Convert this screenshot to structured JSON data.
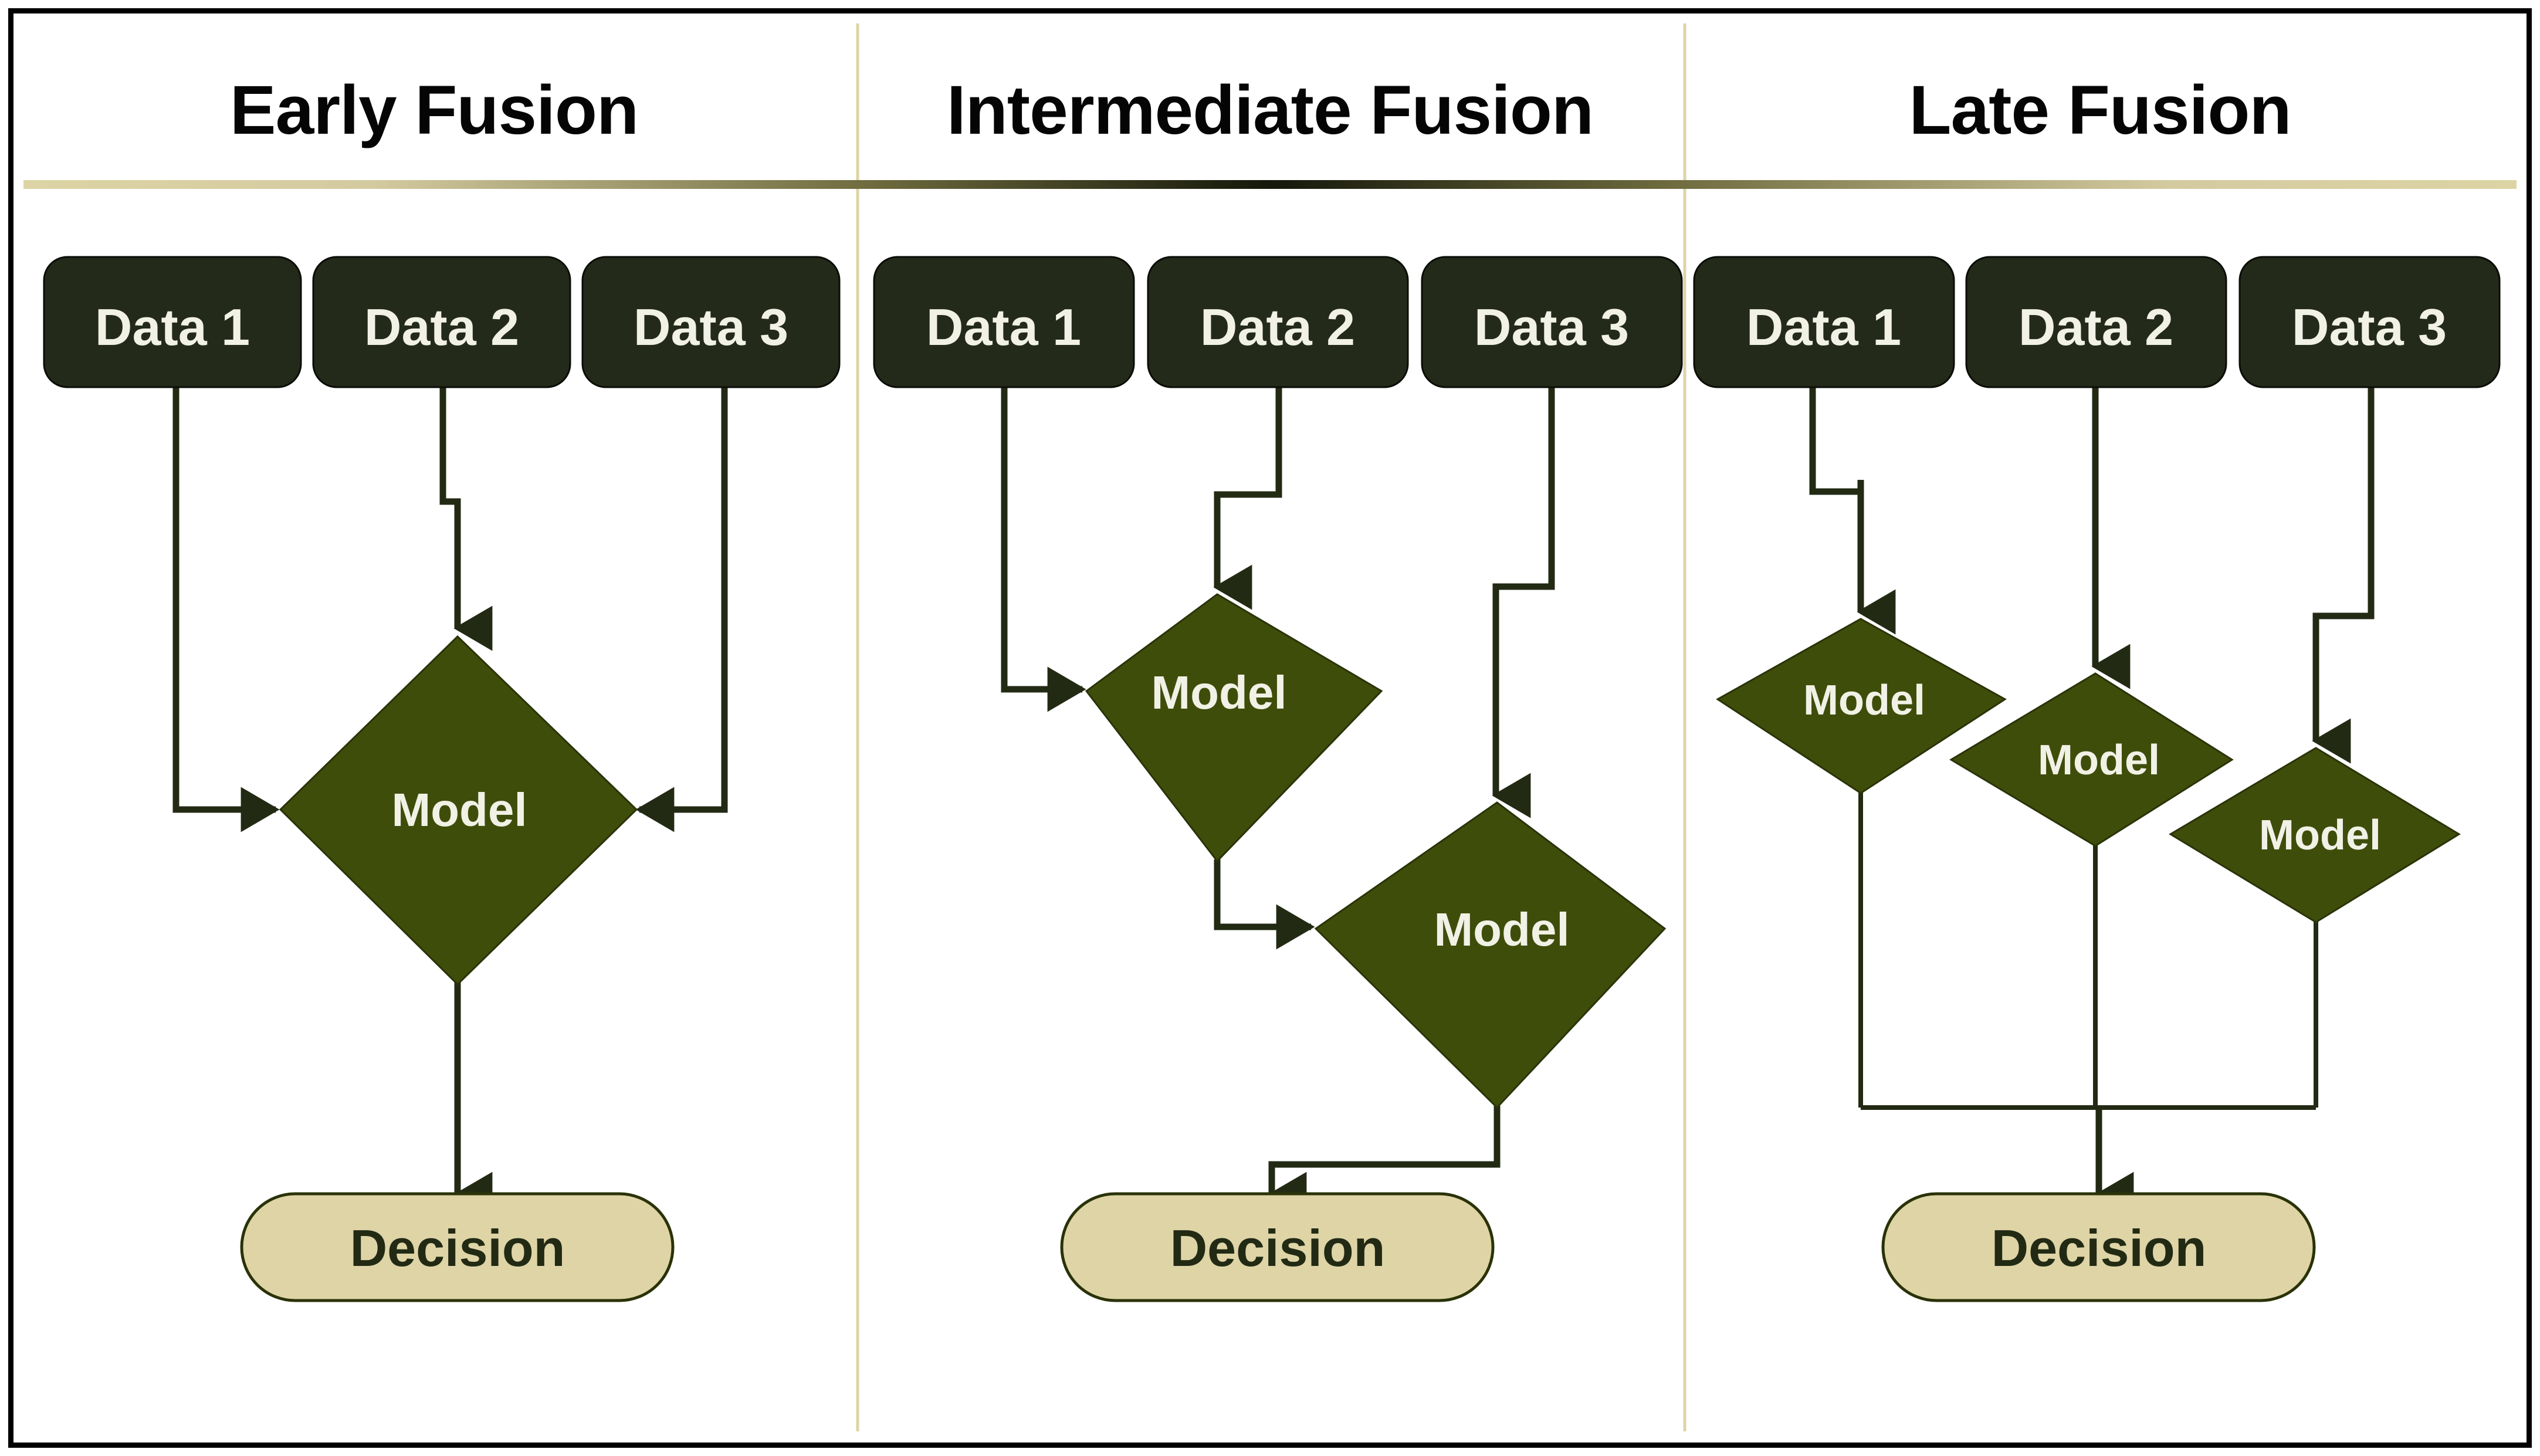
{
  "figure": {
    "kind": "flowchart",
    "subject": "multimodal data fusion strategies",
    "panel_count": 3
  },
  "colors": {
    "background": "#ffffff",
    "frame_border": "#000000",
    "data_box_fill": "#242a19",
    "data_box_text": "#f1f1e6",
    "model_diamond_fill": "#3f4d0b",
    "model_diamond_text": "#f1f1e6",
    "decision_fill": "#ded4a6",
    "decision_text": "#222a14",
    "connector": "#232a14",
    "divider_vertical": "#ddd4a5",
    "rule_edge": "#ddd4a5",
    "rule_center": "#14170a",
    "title_text": "#050505"
  },
  "panels": [
    {
      "id": "early-fusion",
      "title": "Early Fusion",
      "inputs": [
        {
          "label": "Data 1"
        },
        {
          "label": "Data 2"
        },
        {
          "label": "Data 3"
        }
      ],
      "models": [
        {
          "label": "Model"
        }
      ],
      "output": {
        "label": "Decision"
      },
      "description": "All three data sources feed into a single shared model, whose output produces the decision.",
      "edges": [
        {
          "from": "Data 1",
          "to": "Model",
          "port": "left"
        },
        {
          "from": "Data 2",
          "to": "Model",
          "port": "top"
        },
        {
          "from": "Data 3",
          "to": "Model",
          "port": "right"
        },
        {
          "from": "Model",
          "to": "Decision",
          "port": "bottom"
        }
      ]
    },
    {
      "id": "intermediate-fusion",
      "title": "Intermediate Fusion",
      "inputs": [
        {
          "label": "Data 1"
        },
        {
          "label": "Data 2"
        },
        {
          "label": "Data 3"
        }
      ],
      "models": [
        {
          "label": "Model"
        },
        {
          "label": "Model"
        }
      ],
      "output": {
        "label": "Decision"
      },
      "description": "Data 1 and Data 2 enter a first model; its representation is merged with Data 3 in a second model that yields the decision.",
      "edges": [
        {
          "from": "Data 1",
          "to": "Model 1",
          "port": "left"
        },
        {
          "from": "Data 2",
          "to": "Model 1",
          "port": "top"
        },
        {
          "from": "Model 1",
          "to": "Model 2",
          "port": "left"
        },
        {
          "from": "Data 3",
          "to": "Model 2",
          "port": "top"
        },
        {
          "from": "Model 2",
          "to": "Decision",
          "port": "bottom"
        }
      ]
    },
    {
      "id": "late-fusion",
      "title": "Late Fusion",
      "inputs": [
        {
          "label": "Data 1"
        },
        {
          "label": "Data 2"
        },
        {
          "label": "Data 3"
        }
      ],
      "models": [
        {
          "label": "Model"
        },
        {
          "label": "Model"
        },
        {
          "label": "Model"
        }
      ],
      "output": {
        "label": "Decision"
      },
      "description": "Each data source is processed by its own model; the three model outputs are combined into a single decision.",
      "edges": [
        {
          "from": "Data 1",
          "to": "Model 1",
          "port": "top"
        },
        {
          "from": "Data 2",
          "to": "Model 2",
          "port": "top"
        },
        {
          "from": "Data 3",
          "to": "Model 3",
          "port": "top"
        },
        {
          "from": "Model 1",
          "to": "Decision",
          "port": "bottom"
        },
        {
          "from": "Model 2",
          "to": "Decision",
          "port": "bottom"
        },
        {
          "from": "Model 3",
          "to": "Decision",
          "port": "bottom"
        }
      ]
    }
  ]
}
